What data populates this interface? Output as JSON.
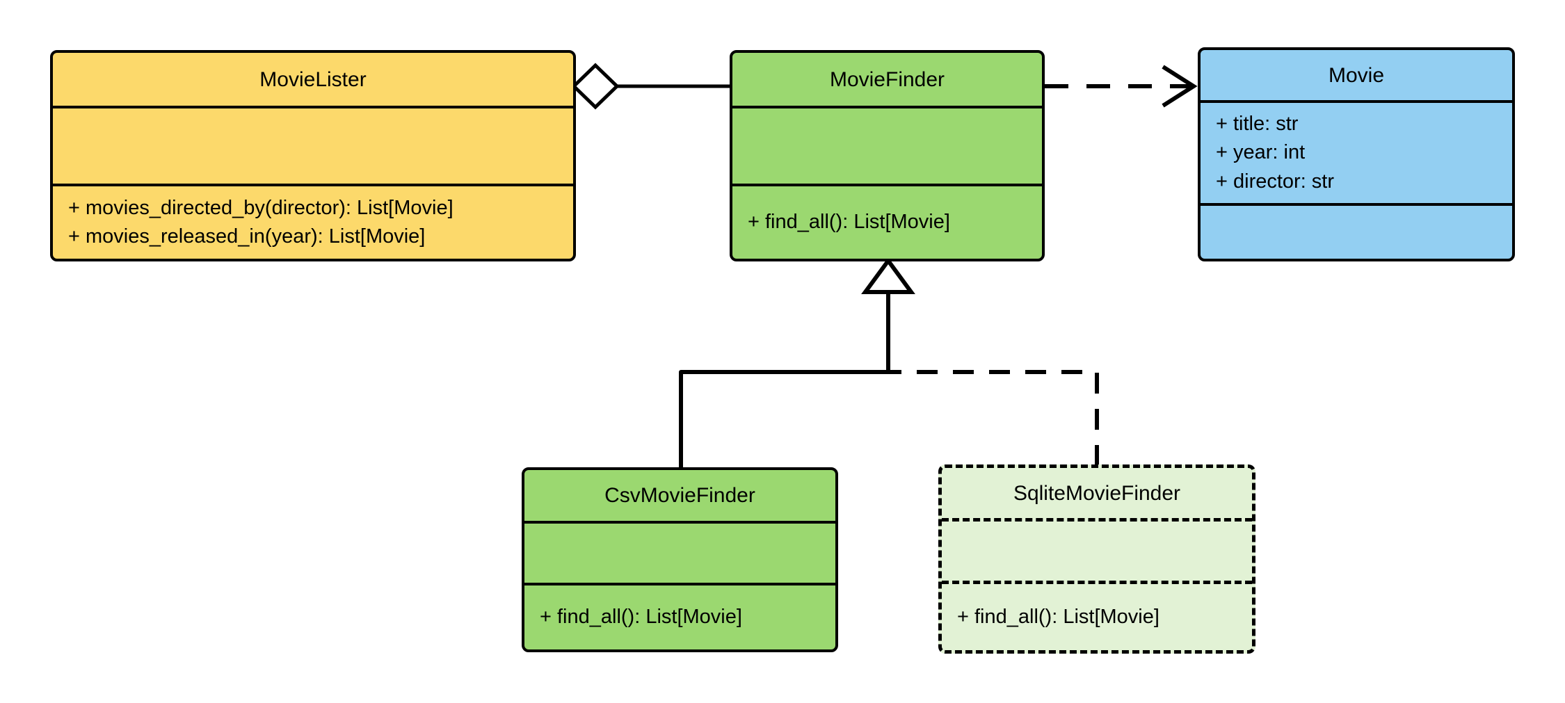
{
  "diagram": {
    "type": "uml-class-diagram",
    "title": "",
    "background": "#ffffff",
    "line_color": "#000000",
    "text_color": "#000000",
    "classes": [
      {
        "id": "movie-lister",
        "name": "MovieLister",
        "fill": "#FCD96B",
        "border": "#000000",
        "border_style": "solid",
        "attributes": [],
        "methods": [
          "+ movies_directed_by(director): List[Movie]",
          "+ movies_released_in(year): List[Movie]"
        ]
      },
      {
        "id": "movie-finder",
        "name": "MovieFinder",
        "fill": "#9BD870",
        "border": "#000000",
        "border_style": "solid",
        "attributes": [],
        "methods": [
          "+ find_all(): List[Movie]"
        ]
      },
      {
        "id": "movie",
        "name": "Movie",
        "fill": "#93CFF2",
        "border": "#000000",
        "border_style": "solid",
        "attributes": [
          "+ title: str",
          "+ year: int",
          "+ director: str"
        ],
        "methods": []
      },
      {
        "id": "csv-movie-finder",
        "name": "CsvMovieFinder",
        "fill": "#9BD870",
        "border": "#000000",
        "border_style": "solid",
        "attributes": [],
        "methods": [
          "+ find_all(): List[Movie]"
        ]
      },
      {
        "id": "sqlite-movie-finder",
        "name": "SqliteMovieFinder",
        "fill": "#E2F2D5",
        "border": "#000000",
        "border_style": "dashed",
        "attributes": [],
        "methods": [
          "+ find_all(): List[Movie]"
        ]
      }
    ],
    "relationships": [
      {
        "id": "lister-aggregates-finder",
        "kind": "aggregation",
        "from": "MovieLister",
        "to": "MovieFinder",
        "line_style": "solid",
        "source_marker": "hollow-diamond",
        "target_marker": "none",
        "label": ""
      },
      {
        "id": "finder-depends-movie",
        "kind": "dependency",
        "from": "MovieFinder",
        "to": "Movie",
        "line_style": "dashed",
        "source_marker": "none",
        "target_marker": "open-arrow",
        "label": ""
      },
      {
        "id": "csv-realizes-finder",
        "kind": "generalization",
        "from": "CsvMovieFinder",
        "to": "MovieFinder",
        "line_style": "solid",
        "source_marker": "none",
        "target_marker": "hollow-triangle",
        "label": ""
      },
      {
        "id": "sqlite-realizes-finder",
        "kind": "realization",
        "from": "SqliteMovieFinder",
        "to": "MovieFinder",
        "line_style": "dashed",
        "source_marker": "none",
        "target_marker": "hollow-triangle",
        "label": ""
      }
    ]
  }
}
